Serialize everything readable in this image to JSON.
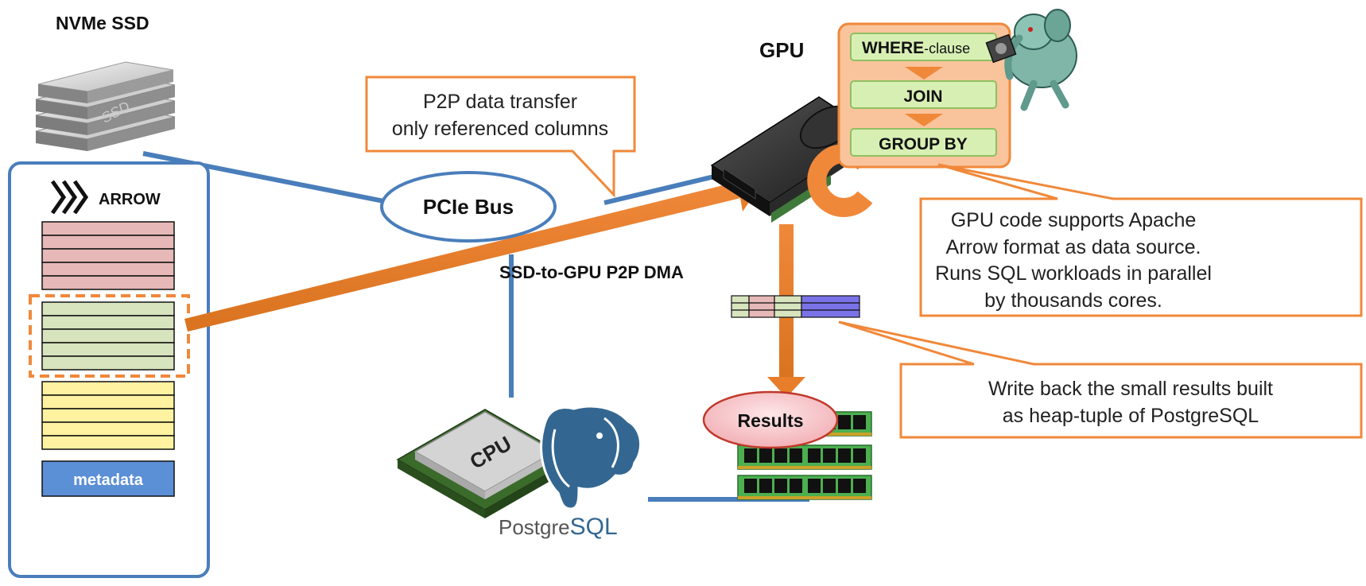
{
  "labels": {
    "nvme_ssd": "NVMe SSD",
    "ssd_stamp": "SSD",
    "arrow_brand": "ARROW",
    "metadata": "metadata",
    "pcie_bus": "PCIe Bus",
    "dma": "SSD-to-GPU P2P DMA",
    "gpu": "GPU",
    "cpu_chip": "CPU",
    "postgres_prefix": "Postgre",
    "postgres_suffix": "SQL",
    "results": "Results"
  },
  "pipeline": {
    "where_keyword": "WHERE",
    "where_rest": "-clause",
    "join": "JOIN",
    "group_by": "GROUP BY"
  },
  "callouts": {
    "p2p": [
      "P2P data transfer",
      "only referenced columns"
    ],
    "gpu_code": [
      "GPU code supports Apache",
      "Arrow format as data source.",
      "Runs SQL workloads in parallel",
      "by thousands cores."
    ],
    "write_back": [
      "Write back the small results built",
      "as heap-tuple of PostgreSQL"
    ]
  },
  "colors": {
    "bus_blue": "#4a7ebb",
    "flow_orange": "#f0883a",
    "row_red": "#e6b8b7",
    "row_green": "#d7e4bd",
    "row_yellow": "#fff2a0",
    "metadata_blue": "#5b8fd6",
    "pipeline_box": "#f9c49c",
    "pipeline_step": "#d8efb4",
    "results_pink": "#f8c8cc"
  },
  "icons": {
    "ssd": "ssd-stack-icon",
    "arrow": "arrow-logo-icon",
    "gpu": "gpu-card-icon",
    "cpu": "cpu-chip-icon",
    "postgres": "postgres-elephant-icon",
    "ram": "ram-module-icon",
    "mascot": "elephant-mascot-icon"
  }
}
